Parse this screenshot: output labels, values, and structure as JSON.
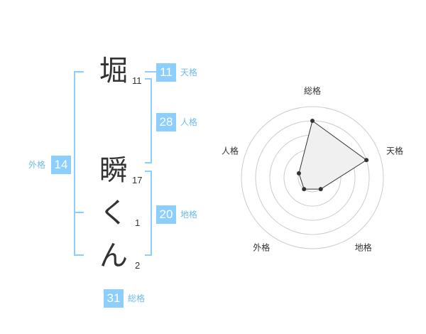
{
  "name": {
    "chars": [
      {
        "char": "堀",
        "strokes": "11"
      },
      {
        "char": "瞬",
        "strokes": "17"
      },
      {
        "char": "く",
        "strokes": "1"
      },
      {
        "char": "ん",
        "strokes": "2"
      }
    ]
  },
  "fortune": {
    "tenkaku": {
      "label": "天格",
      "value": "11"
    },
    "jinkaku": {
      "label": "人格",
      "value": "28"
    },
    "chikaku": {
      "label": "地格",
      "value": "20"
    },
    "gaikaku": {
      "label": "外格",
      "value": "14"
    },
    "soukaku": {
      "label": "総格",
      "value": "31"
    }
  },
  "radar": {
    "labels": [
      "総格",
      "天格",
      "地格",
      "外格",
      "人格"
    ],
    "levels": [
      4,
      4,
      1,
      1,
      1
    ],
    "max": 5,
    "fill_color": "#f0f0f0",
    "ring_color": "#cccccc",
    "line_color": "#333333"
  },
  "colors": {
    "accent": "#8ccfff",
    "label": "#6fbbe6"
  }
}
